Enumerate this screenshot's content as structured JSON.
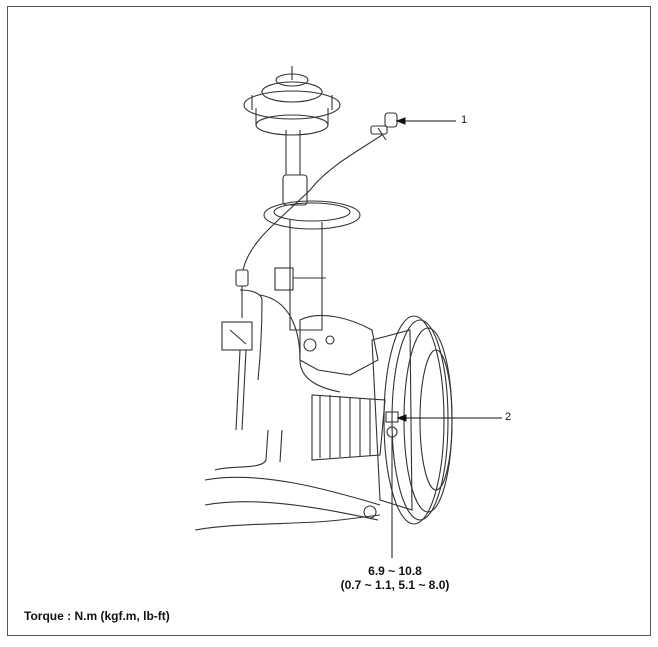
{
  "callouts": [
    {
      "label": "1"
    },
    {
      "label": "2"
    }
  ],
  "torque_spec": {
    "primary": "6.9 ~ 10.8",
    "secondary": "(0.7 ~ 1.1, 5.1 ~ 8.0)"
  },
  "footer": {
    "torque_units": "Torque : N.m (kgf.m, lb-ft)"
  }
}
